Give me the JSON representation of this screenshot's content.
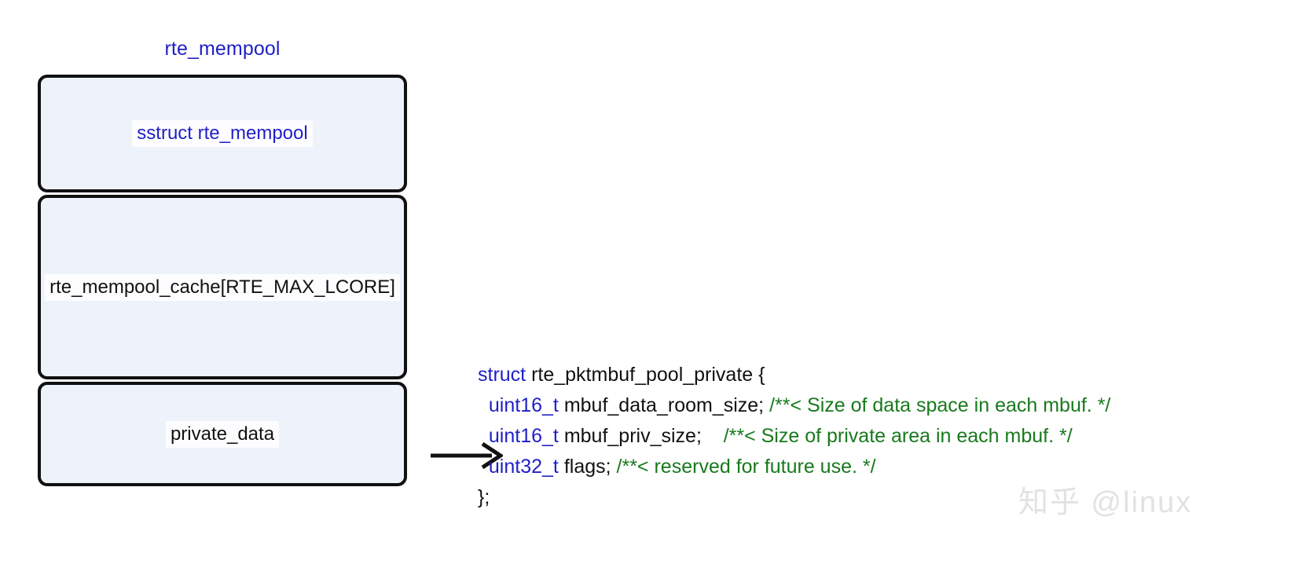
{
  "diagram": {
    "title": "rte_mempool",
    "title_color": "#1f1fc8",
    "box_fill": "#eef2fb",
    "box_stroke": "#111111",
    "boxes": [
      {
        "id": "struct",
        "label": "sstruct rte_mempool",
        "label_color": "#1f1fc8"
      },
      {
        "id": "cache",
        "label": "rte_mempool_cache[RTE_MAX_LCORE]",
        "label_color": "#111111"
      },
      {
        "id": "private_data",
        "label": "private_data",
        "label_color": "#111111"
      }
    ],
    "connector": {
      "name": "arrow-right",
      "from": "private_data",
      "to": "code-block",
      "color": "#111111"
    }
  },
  "code": {
    "comment_color": "#18791d",
    "keyword_color": "#1f1fc8",
    "lines": [
      {
        "id": "line-struct-open",
        "indent": 0,
        "keyword": "struct",
        "text": " rte_pktmbuf_pool_private {",
        "comment": ""
      },
      {
        "id": "line-mbuf-data-room-size",
        "indent": 1,
        "keyword": "uint16_t",
        "text": " mbuf_data_room_size; ",
        "comment": "/**< Size of data space in each mbuf. */"
      },
      {
        "id": "line-mbuf-priv-size",
        "indent": 1,
        "keyword": "uint16_t",
        "text": " mbuf_priv_size;    ",
        "comment": "/**< Size of private area in each mbuf. */"
      },
      {
        "id": "line-flags",
        "indent": 1,
        "keyword": "uint32_t",
        "text": " flags; ",
        "comment": "/**< reserved for future use. */"
      },
      {
        "id": "line-struct-close",
        "indent": 0,
        "keyword": "",
        "text": "};",
        "comment": ""
      }
    ]
  },
  "watermark": {
    "text": "知乎 @linux",
    "color": "#e2e2e2"
  }
}
